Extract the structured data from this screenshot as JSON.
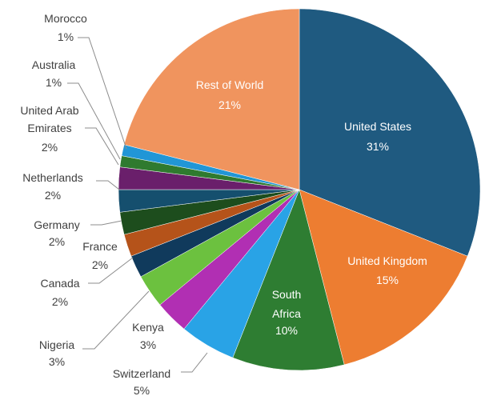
{
  "chart_data": {
    "type": "pie",
    "title": "",
    "start_angle_deg": 0,
    "direction": "clockwise",
    "slices": [
      {
        "label": "United States",
        "value": 31,
        "display": "31%",
        "color": "#1f5a80",
        "label_position": "inside"
      },
      {
        "label": "United Kingdom",
        "value": 15,
        "display": "15%",
        "color": "#ed7d31",
        "label_position": "inside"
      },
      {
        "label": "South Africa",
        "value": 10,
        "display": "10%",
        "color": "#2e7d32",
        "label_position": "inside"
      },
      {
        "label": "Switzerland",
        "value": 5,
        "display": "5%",
        "color": "#29a3e6",
        "label_position": "outside"
      },
      {
        "label": "Kenya",
        "value": 3,
        "display": "3%",
        "color": "#b12fb3",
        "label_position": "outside"
      },
      {
        "label": "Nigeria",
        "value": 3,
        "display": "3%",
        "color": "#6cc13f",
        "label_position": "outside"
      },
      {
        "label": "Canada",
        "value": 2,
        "display": "2%",
        "color": "#103a5c",
        "label_position": "outside"
      },
      {
        "label": "France",
        "value": 2,
        "display": "2%",
        "color": "#b5531a",
        "label_position": "outside"
      },
      {
        "label": "Germany",
        "value": 2,
        "display": "2%",
        "color": "#1d4d1d",
        "label_position": "outside"
      },
      {
        "label": "Netherlands",
        "value": 2,
        "display": "2%",
        "color": "#154f6e",
        "label_position": "outside"
      },
      {
        "label": "United Arab Emirates",
        "value": 2,
        "display": "2%",
        "color": "#6a1f6b",
        "label_position": "outside"
      },
      {
        "label": "Australia",
        "value": 1,
        "display": "1%",
        "color": "#2f7a2f",
        "label_position": "outside"
      },
      {
        "label": "Morocco",
        "value": 1,
        "display": "1%",
        "color": "#2196d6",
        "label_position": "outside"
      },
      {
        "label": "Rest of World",
        "value": 21,
        "display": "21%",
        "color": "#f0945e",
        "label_position": "inside"
      }
    ]
  }
}
